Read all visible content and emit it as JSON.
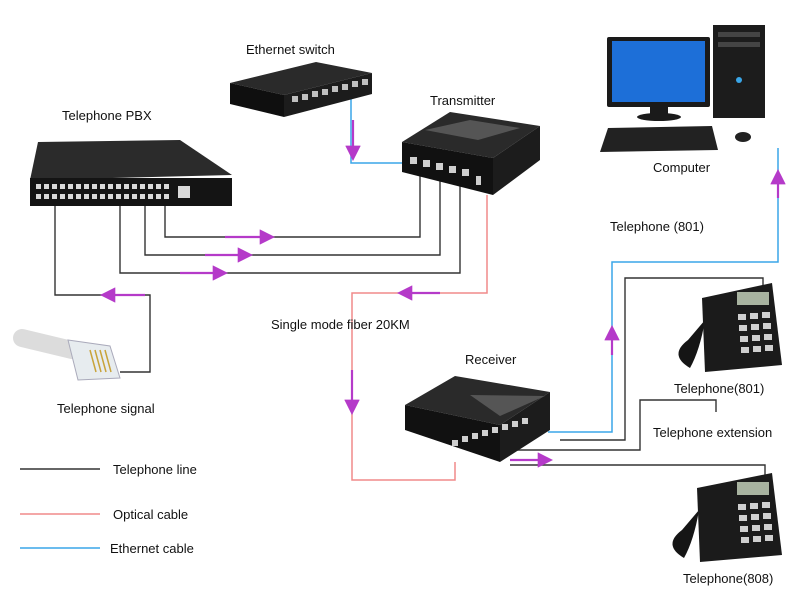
{
  "labels": {
    "ethernet_switch": "Ethernet switch",
    "telephone_pbx": "Telephone PBX",
    "transmitter": "Transmitter",
    "computer": "Computer",
    "telephone_801_top": "Telephone (801)",
    "single_mode_fiber": "Single mode fiber 20KM",
    "receiver": "Receiver",
    "telephone_signal": "Telephone signal",
    "telephone_801": "Telephone(801)",
    "telephone_extension": "Telephone extension",
    "telephone_808": "Telephone(808)"
  },
  "legend": [
    {
      "label": "Telephone line",
      "color": "#333333"
    },
    {
      "label": "Optical cable",
      "color": "#f08a8a"
    },
    {
      "label": "Ethernet cable",
      "color": "#3aa6e8"
    }
  ],
  "colors": {
    "telephone_line": "#333333",
    "optical_cable": "#f08a8a",
    "ethernet_cable": "#3aa6e8",
    "arrow": "#b53ac9",
    "device_body": "#1b1b1b"
  }
}
